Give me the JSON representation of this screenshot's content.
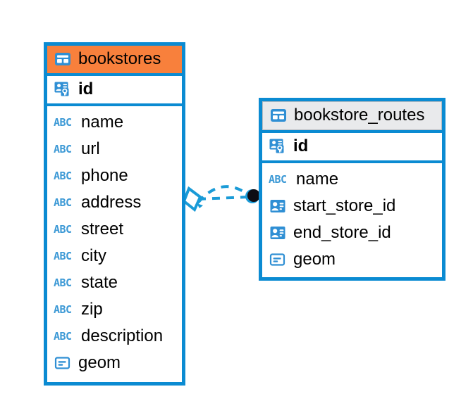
{
  "diagram": {
    "type": "entity-relationship-diagram",
    "background": "#ffffff",
    "accent_blue": "#0b8bd2",
    "accent_orange": "#f8803c",
    "accent_gray": "#e9eaec",
    "abc_blue": "#3e9ad6"
  },
  "entities": [
    {
      "id": "bookstores",
      "title": "bookstores",
      "header_icon": "table-icon",
      "header_accent": "orange",
      "primary_key": {
        "name": "id",
        "icon": "primary-key-icon"
      },
      "fields": [
        {
          "name": "name",
          "icon": "abc-text-icon",
          "type_glyph": "ABC"
        },
        {
          "name": "url",
          "icon": "abc-text-icon",
          "type_glyph": "ABC"
        },
        {
          "name": "phone",
          "icon": "abc-text-icon",
          "type_glyph": "ABC"
        },
        {
          "name": "address",
          "icon": "abc-text-icon",
          "type_glyph": "ABC"
        },
        {
          "name": "street",
          "icon": "abc-text-icon",
          "type_glyph": "ABC"
        },
        {
          "name": "city",
          "icon": "abc-text-icon",
          "type_glyph": "ABC"
        },
        {
          "name": "state",
          "icon": "abc-text-icon",
          "type_glyph": "ABC"
        },
        {
          "name": "zip",
          "icon": "abc-text-icon",
          "type_glyph": "ABC"
        },
        {
          "name": "description",
          "icon": "abc-text-icon",
          "type_glyph": "ABC"
        },
        {
          "name": "geom",
          "icon": "geometry-icon",
          "type_glyph": ""
        }
      ]
    },
    {
      "id": "bookstore_routes",
      "title": "bookstore_routes",
      "header_icon": "table-icon",
      "header_accent": "gray",
      "primary_key": {
        "name": "id",
        "icon": "primary-key-icon"
      },
      "fields": [
        {
          "name": "name",
          "icon": "abc-text-icon",
          "type_glyph": "ABC"
        },
        {
          "name": "start_store_id",
          "icon": "foreign-key-icon",
          "type_glyph": ""
        },
        {
          "name": "end_store_id",
          "icon": "foreign-key-icon",
          "type_glyph": ""
        },
        {
          "name": "geom",
          "icon": "geometry-icon",
          "type_glyph": ""
        }
      ]
    }
  ],
  "relationship": {
    "from": "bookstores",
    "to": "bookstore_routes",
    "style": "dashed",
    "color": "#1a9bd7",
    "source_marker": "diamond-marker",
    "target_marker": "filled-circle-marker",
    "line_count": 2
  }
}
